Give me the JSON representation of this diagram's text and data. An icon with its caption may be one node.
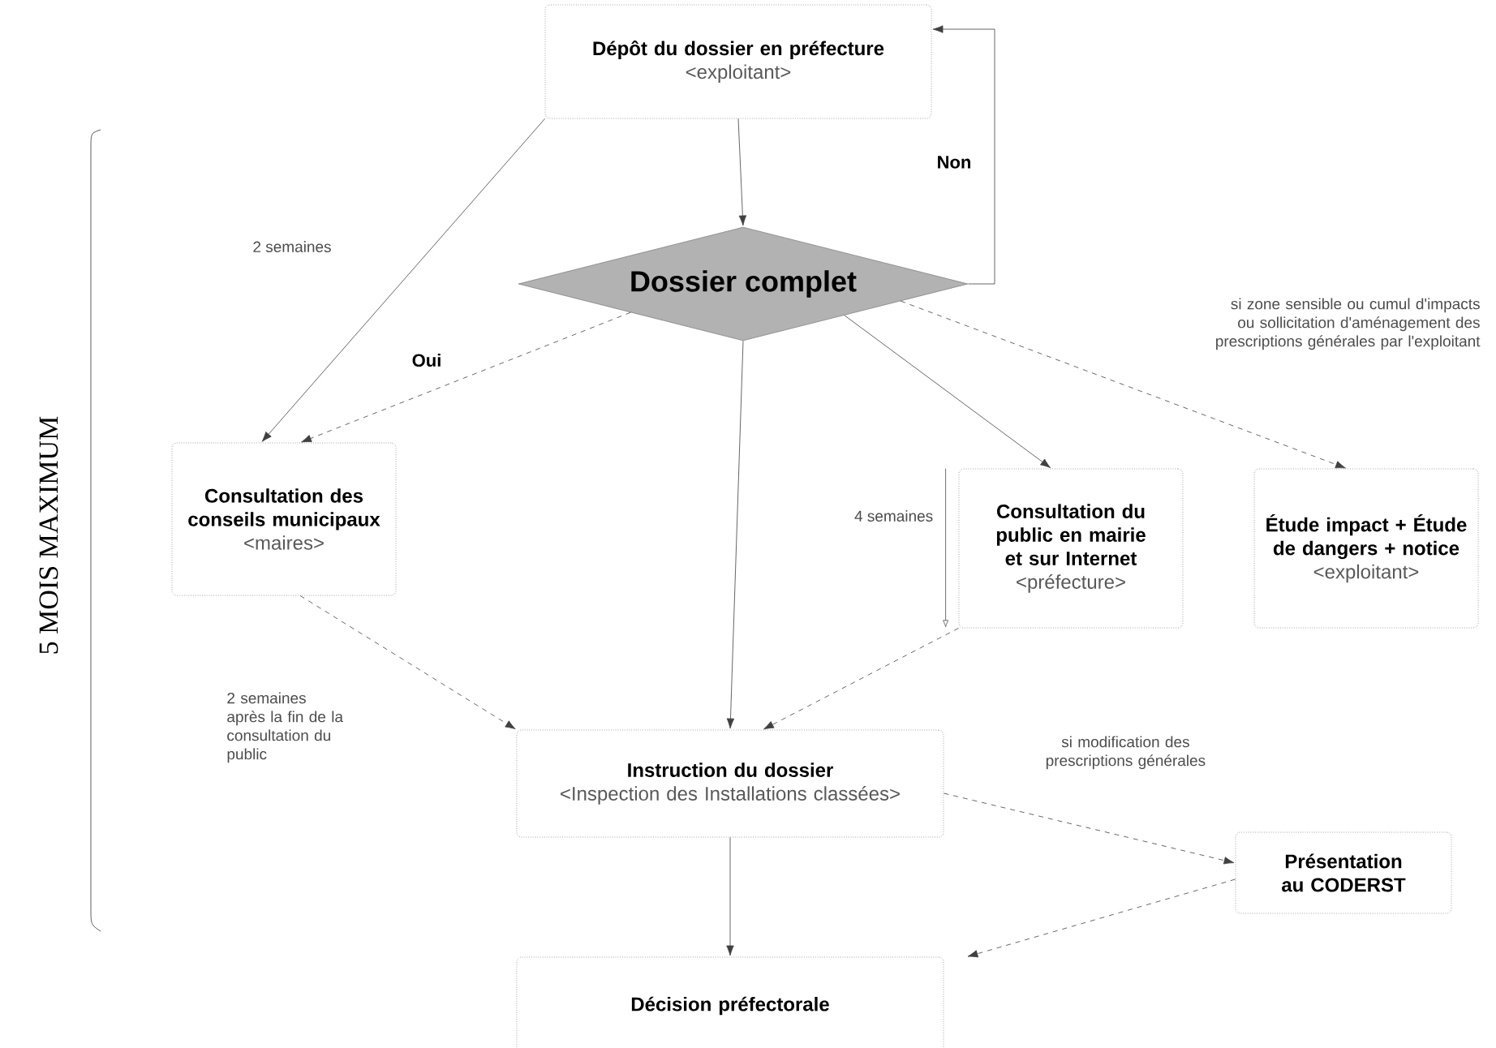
{
  "diagram": {
    "nodes": [
      {
        "text": [
          "Dépôt du dossier en préfecture",
          "<exploitant>"
        ]
      },
      {
        "text": [
          "Dossier complet"
        ]
      },
      {
        "text": [
          "Consultation des conseils municipaux",
          "<maires>"
        ]
      },
      {
        "text": [
          "Consultation du public en mairie et sur Internet",
          "<préfecture>"
        ],
        "beside": [
          "4 semaines"
        ]
      },
      {
        "text": [
          "Étude impact + Étude de dangers + notice",
          "<exploitant>"
        ]
      },
      {
        "text": [
          "Instruction du dossier",
          "<Inspection des Installations classées>"
        ]
      },
      {
        "text": [
          "Présentation au CODERST"
        ]
      },
      {
        "text": [
          "Décision préfectorale"
        ]
      }
    ],
    "edges": [
      {
        "from": 0,
        "to": 1,
        "arrow": "to"
      },
      {
        "from": 1,
        "to": 0,
        "arrow": "to",
        "label": "Non"
      },
      {
        "from": 0,
        "to": 2,
        "arrow": "to",
        "label": "2 semaines"
      },
      {
        "from": 1,
        "to": 2,
        "arrow": "to",
        "label": "Oui",
        "style": "dashed"
      },
      {
        "from": 1,
        "to": 5,
        "arrow": "to"
      },
      {
        "from": 1,
        "to": 3,
        "arrow": "to"
      },
      {
        "from": 1,
        "to": 4,
        "arrow": "to",
        "label": "si zone sensible ou cumul d'impacts ou sollicitation d'aménagement des prescriptions générales par l'exploitant",
        "style": "dashed"
      },
      {
        "from": 2,
        "to": 5,
        "arrow": "to",
        "label": "2 semaines après la fin de la consultation du public",
        "style": "dashed"
      },
      {
        "from": 3,
        "to": 5,
        "arrow": "to",
        "style": "dashed"
      },
      {
        "from": 5,
        "to": 6,
        "arrow": "to",
        "label": "si modification des prescriptions générales",
        "style": "dashed"
      },
      {
        "from": 6,
        "to": 7,
        "arrow": "to",
        "style": "dashed"
      },
      {
        "from": 5,
        "to": 7,
        "arrow": "to"
      }
    ],
    "labels": [
      "5 MOIS MAXIMUM"
    ]
  }
}
